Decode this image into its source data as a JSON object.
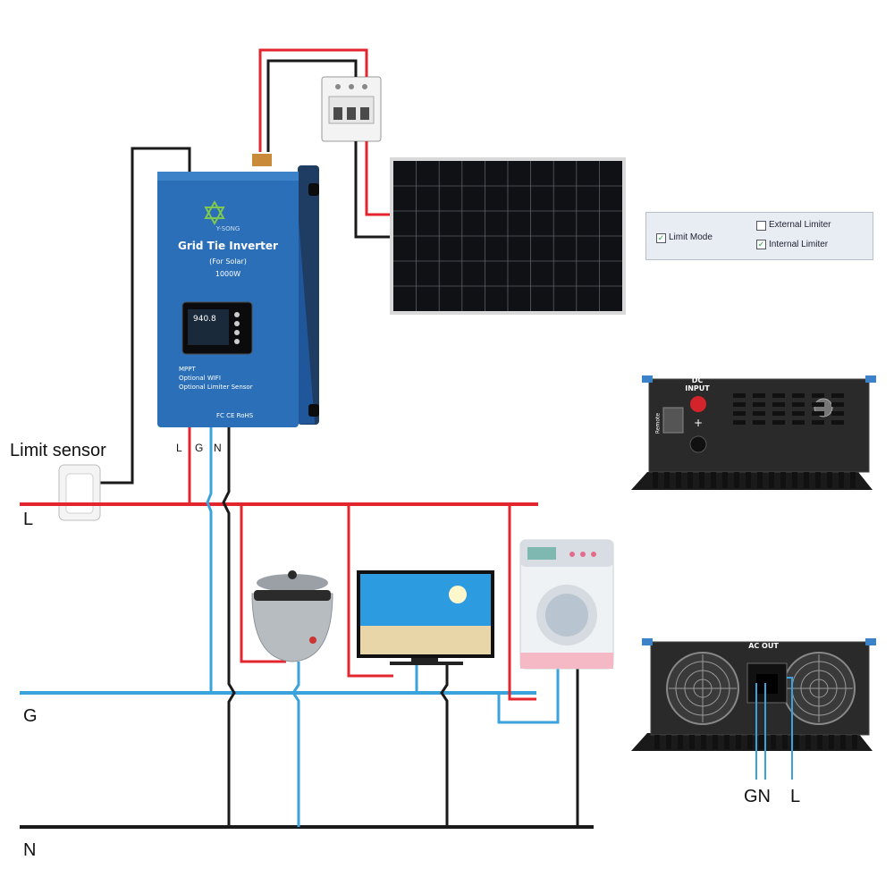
{
  "labels": {
    "limit_sensor": "Limit sensor",
    "line_L": "L",
    "line_G": "G",
    "line_N": "N",
    "inv_terminal_L": "L",
    "inv_terminal_G": "G",
    "inv_terminal_N": "N",
    "ac_terminal_GN": "GN",
    "ac_terminal_L": "L"
  },
  "inverter": {
    "brand": "Y-SONG",
    "title": "Grid Tie Inverter",
    "subtitle": "(For Solar)",
    "power": "1000W",
    "display_value": "940.8",
    "features": [
      "MPPT",
      "Optional WIFI",
      "Optional Limiter Sensor"
    ],
    "cert": "FC CE RoHS"
  },
  "limit_mode_panel": {
    "limit_mode": "Limit Mode",
    "external_limiter": "External Limiter",
    "internal_limiter": "Internal Limiter",
    "limit_mode_checked": true,
    "external_checked": false,
    "internal_checked": true
  },
  "dc_panel": {
    "title_line1": "DC",
    "title_line2": "INPUT",
    "plus": "+",
    "remote": "Remote"
  },
  "ac_panel": {
    "title": "AC OUT"
  },
  "colors": {
    "live": "#e3262e",
    "ground": "#3ba3dc",
    "neutral": "#1a1a1a",
    "inverter_body": "#2a6fb8"
  }
}
